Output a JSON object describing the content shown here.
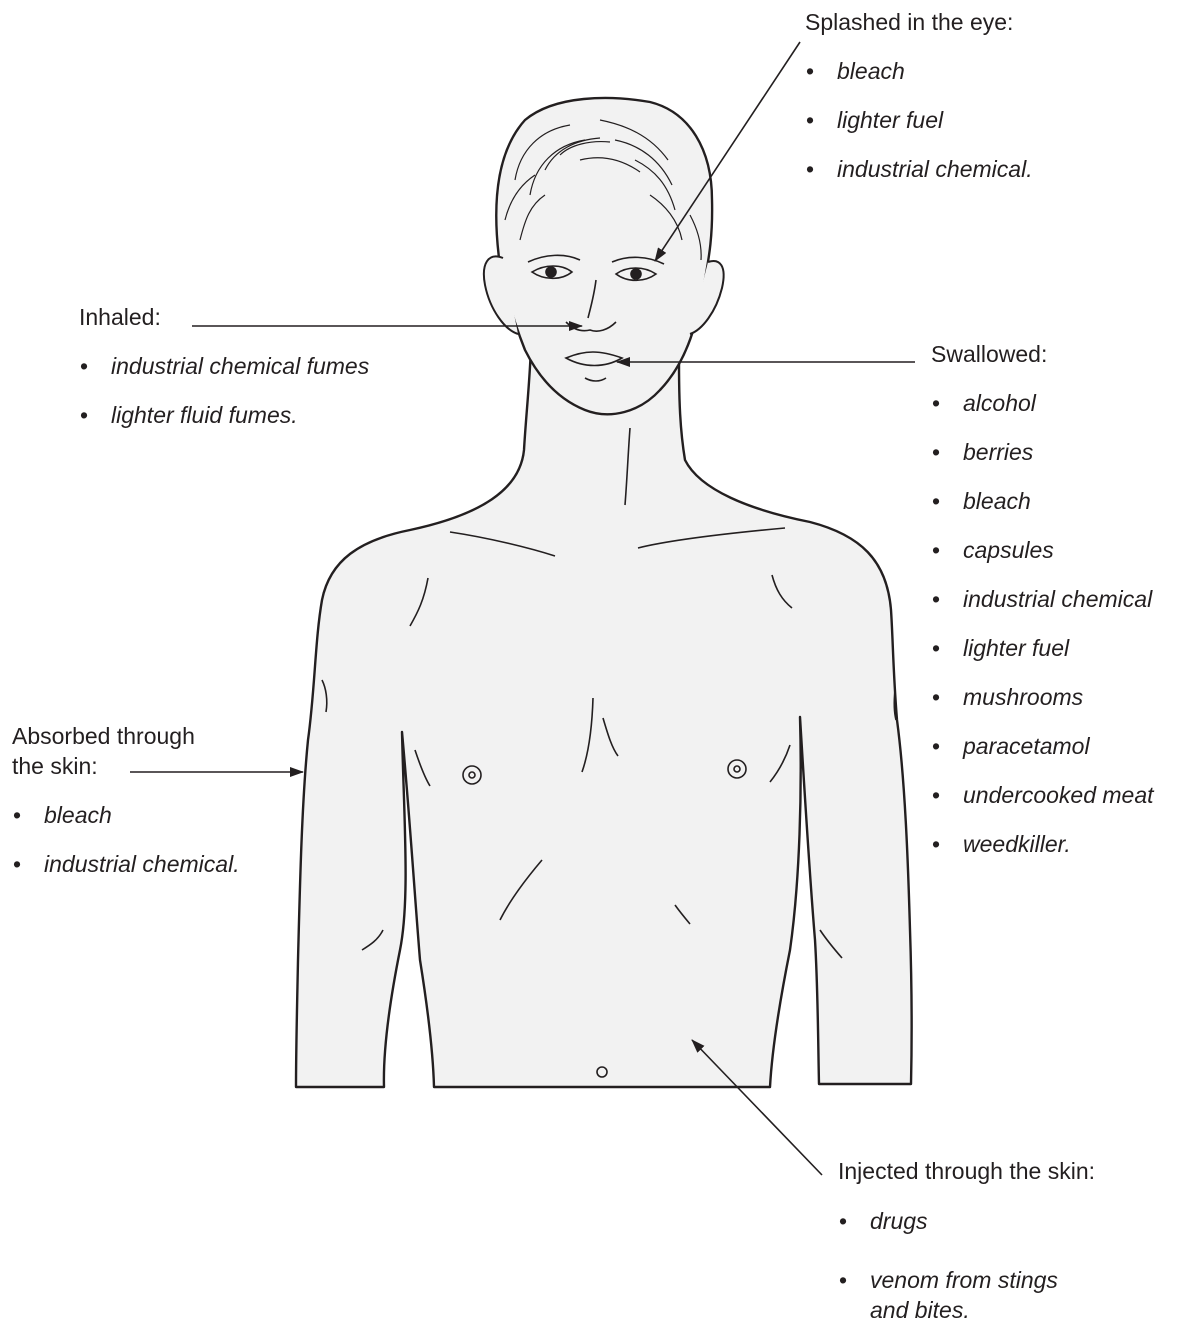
{
  "labels": {
    "eye": {
      "heading": "Splashed in the eye:",
      "items": [
        "bleach",
        "lighter fuel",
        "industrial chemical."
      ]
    },
    "inhaled": {
      "heading": "Inhaled:",
      "items": [
        "industrial chemical fumes",
        "lighter fluid fumes."
      ]
    },
    "swallowed": {
      "heading": "Swallowed:",
      "items": [
        "alcohol",
        "berries",
        "bleach",
        "capsules",
        "industrial chemical",
        "lighter fuel",
        "mushrooms",
        "paracetamol",
        "undercooked meat",
        "weedkiller."
      ]
    },
    "absorbed": {
      "heading_line1": "Absorbed through",
      "heading_line2": "the skin:",
      "items": [
        "bleach",
        "industrial chemical."
      ]
    },
    "injected": {
      "heading": "Injected through the skin:",
      "items": [
        "drugs",
        "venom from stings and bites."
      ]
    }
  },
  "colors": {
    "ink": "#231f20",
    "body_fill": "#f2f2f2"
  }
}
